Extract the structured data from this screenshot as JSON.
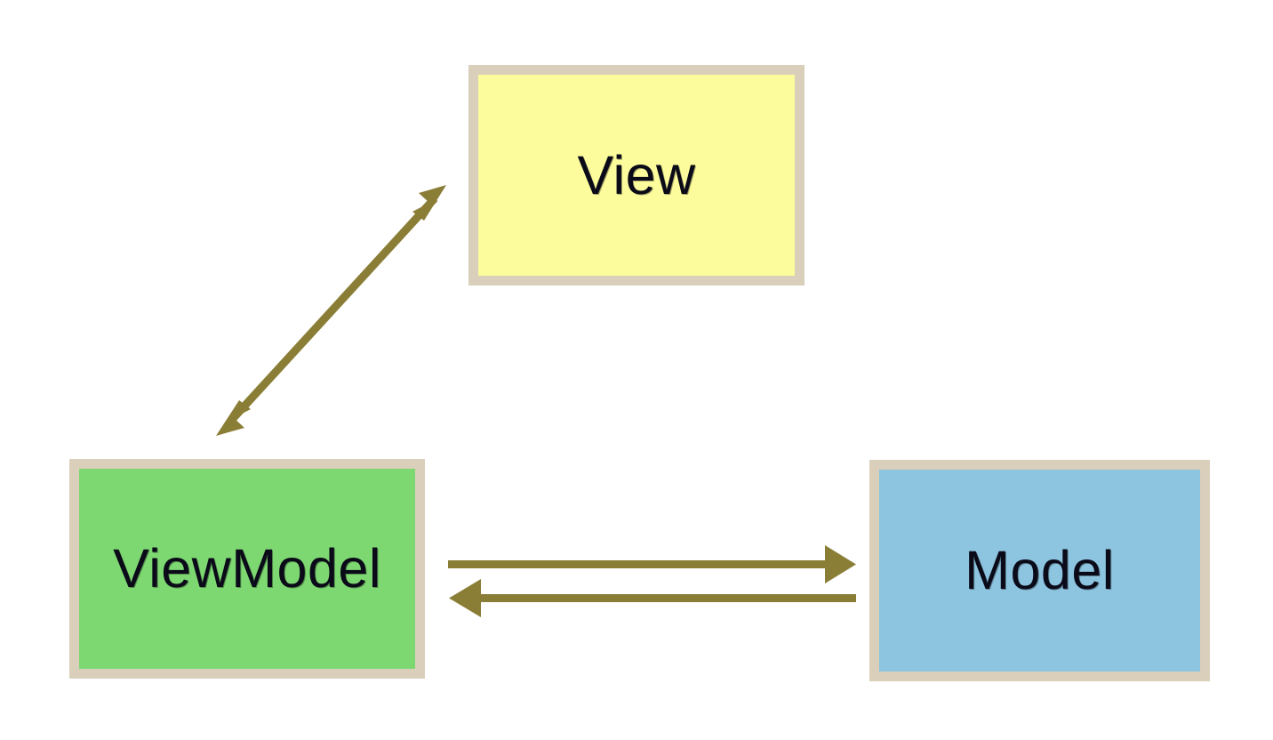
{
  "diagram": {
    "title": "MVVM pattern diagram",
    "type": "architecture-diagram",
    "background_color": "#ffffff",
    "nodes": [
      {
        "id": "view",
        "label": "View",
        "fill_color": "#fcfc9c",
        "border_color": "#d9cfba",
        "text_color": "#0a0a18"
      },
      {
        "id": "viewmodel",
        "label": "ViewModel",
        "fill_color": "#7ed872",
        "border_color": "#d9cfba",
        "text_color": "#0a0a18"
      },
      {
        "id": "model",
        "label": "Model",
        "fill_color": "#8dc4df",
        "border_color": "#d9cfba",
        "text_color": "#0a0a18"
      }
    ],
    "edges": [
      {
        "id": "view-viewmodel",
        "from": "viewmodel",
        "to": "view",
        "direction": "bidirectional",
        "color": "#8a7d36",
        "label": ""
      },
      {
        "id": "viewmodel-model",
        "from": "viewmodel",
        "to": "model",
        "direction": "forward",
        "color": "#8a7d36",
        "label": ""
      },
      {
        "id": "model-viewmodel",
        "from": "model",
        "to": "viewmodel",
        "direction": "forward",
        "color": "#8a7d36",
        "label": ""
      }
    ]
  }
}
